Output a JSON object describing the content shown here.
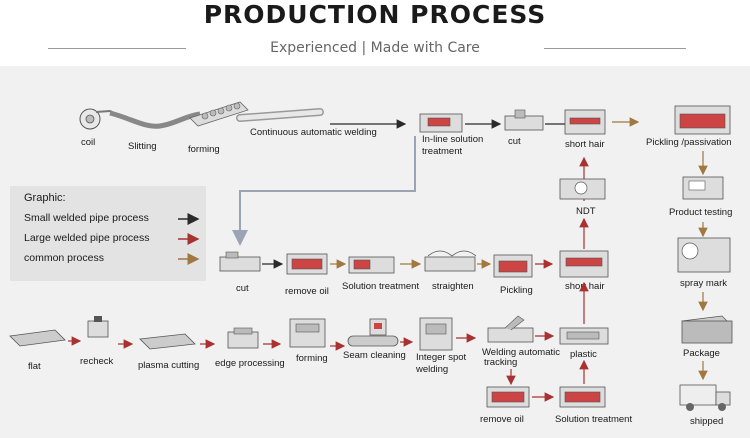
{
  "header": {
    "title": "PRODUCTION PROCESS",
    "subtitle": "Experienced  |  Made with Care"
  },
  "legend": {
    "title": "Graphic:",
    "items": [
      {
        "label": "Small welded pipe process",
        "color": "#2a2a2a"
      },
      {
        "label": "Large welded pipe process",
        "color": "#a83232"
      },
      {
        "label": "common process",
        "color": "#a07840"
      }
    ]
  },
  "steps": {
    "coil": "coil",
    "slitting": "Slitting",
    "forming_top": "forming",
    "continuous_welding": "Continuous automatic welding",
    "inline_solution_1": "In-line solution",
    "inline_solution_2": "treatment",
    "cut_top": "cut",
    "short_hair_top": "short hair",
    "pickling_passivation": "Pickling /passivation",
    "product_testing": "Product testing",
    "spray_mark": "spray mark",
    "package": "Package",
    "shipped": "shipped",
    "ndt": "NDT",
    "cut_mid": "cut",
    "remove_oil_mid": "remove oil",
    "solution_treatment_mid": "Solution treatment",
    "straighten": "straighten",
    "pickling_mid": "Pickling",
    "short_hair_mid": "short hair",
    "flat": "flat",
    "recheck": "recheck",
    "plasma_cutting": "plasma cutting",
    "edge_processing": "edge processing",
    "forming_bottom": "forming",
    "seam_cleaning": "Seam cleaning",
    "integer_spot_1": "Integer spot",
    "integer_spot_2": "welding",
    "welding_auto_1": "Welding automatic",
    "welding_auto_2": "tracking",
    "plastic": "plastic",
    "remove_oil_bottom": "remove oil",
    "solution_treatment_bottom": "Solution treatment"
  },
  "colors": {
    "small": "#2a2a2a",
    "large": "#a83232",
    "common": "#a07840",
    "connector": "#9aa4b5"
  }
}
